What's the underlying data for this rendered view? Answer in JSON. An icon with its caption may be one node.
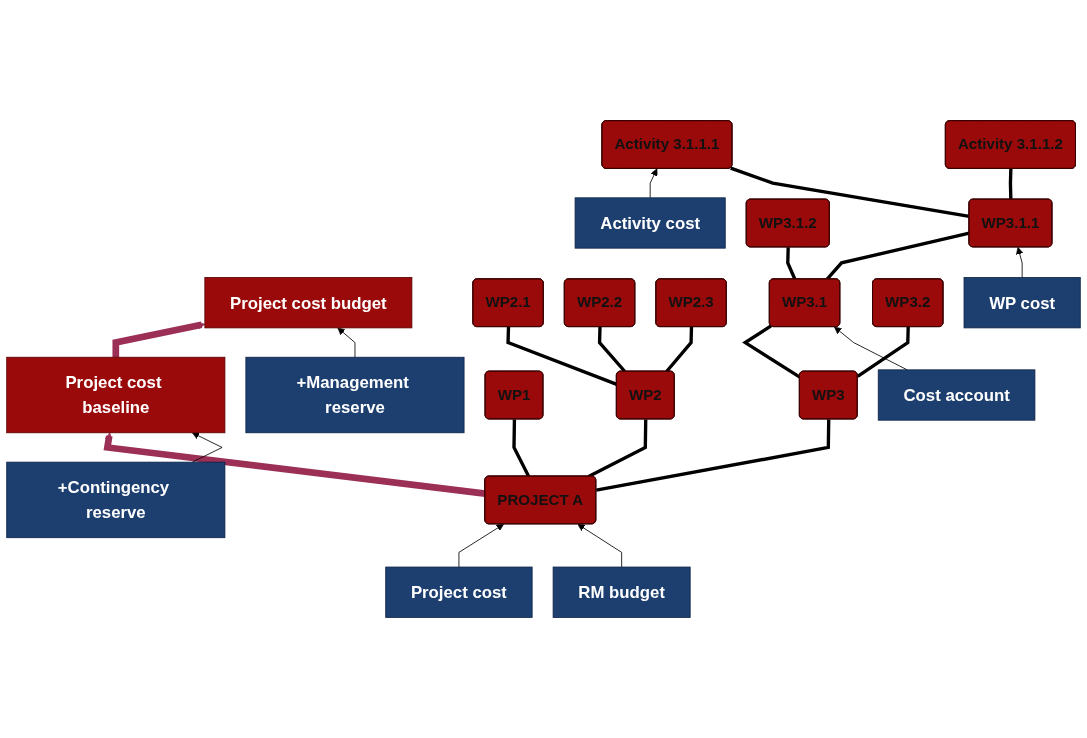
{
  "diagram": {
    "nodes": [
      {
        "text": [
          "Project cost budget"
        ]
      },
      {
        "text": [
          "+Management reserve"
        ]
      },
      {
        "text": [
          "Project cost baseline"
        ]
      },
      {
        "text": [
          "+Contingency reserve"
        ]
      },
      {
        "text": [
          "Project cost"
        ]
      },
      {
        "text": [
          "PROJECT A"
        ]
      },
      {
        "text": [
          "RM budget"
        ]
      },
      {
        "text": [
          "WP1"
        ]
      },
      {
        "text": [
          "WP2"
        ]
      },
      {
        "text": [
          "WP3"
        ]
      },
      {
        "text": [
          "WP2.1"
        ]
      },
      {
        "text": [
          "WP2.2"
        ]
      },
      {
        "text": [
          "WP2.3"
        ]
      },
      {
        "text": [
          "WP3.1"
        ]
      },
      {
        "text": [
          "WP3.2"
        ]
      },
      {
        "text": [
          "Cost account"
        ]
      },
      {
        "text": [
          "WP3.1.1"
        ]
      },
      {
        "text": [
          "WP3.1.2"
        ]
      },
      {
        "text": [
          "WP cost"
        ]
      },
      {
        "text": [
          "Activity cost"
        ]
      },
      {
        "text": [
          "Activity 3.1.1.1"
        ]
      },
      {
        "text": [
          "Activity 3.1.1.2"
        ]
      }
    ],
    "edges": [
      {
        "from": 2,
        "to": 0,
        "arrow": "to",
        "style": "thick",
        "color": "#9b2f55"
      },
      {
        "from": 1,
        "to": 0,
        "arrow": "to"
      },
      {
        "from": 5,
        "to": 2,
        "arrow": "to",
        "style": "thick",
        "color": "#9b2f55"
      },
      {
        "from": 3,
        "to": 2,
        "arrow": "to"
      },
      {
        "from": 4,
        "to": 5,
        "arrow": "to"
      },
      {
        "from": 6,
        "to": 5,
        "arrow": "to"
      },
      {
        "from": 5,
        "to": 7,
        "arrow": "none"
      },
      {
        "from": 5,
        "to": 8,
        "arrow": "none"
      },
      {
        "from": 5,
        "to": 9,
        "arrow": "none"
      },
      {
        "from": 8,
        "to": 10,
        "arrow": "none"
      },
      {
        "from": 8,
        "to": 11,
        "arrow": "none"
      },
      {
        "from": 8,
        "to": 12,
        "arrow": "none"
      },
      {
        "from": 9,
        "to": 13,
        "arrow": "none"
      },
      {
        "from": 9,
        "to": 14,
        "arrow": "none"
      },
      {
        "from": 15,
        "to": 13,
        "arrow": "to"
      },
      {
        "from": 13,
        "to": 16,
        "arrow": "none"
      },
      {
        "from": 13,
        "to": 17,
        "arrow": "none"
      },
      {
        "from": 18,
        "to": 16,
        "arrow": "to"
      },
      {
        "from": 19,
        "to": 20,
        "arrow": "to"
      },
      {
        "from": 16,
        "to": 20,
        "arrow": "none"
      },
      {
        "from": 16,
        "to": 21,
        "arrow": "none"
      }
    ]
  }
}
